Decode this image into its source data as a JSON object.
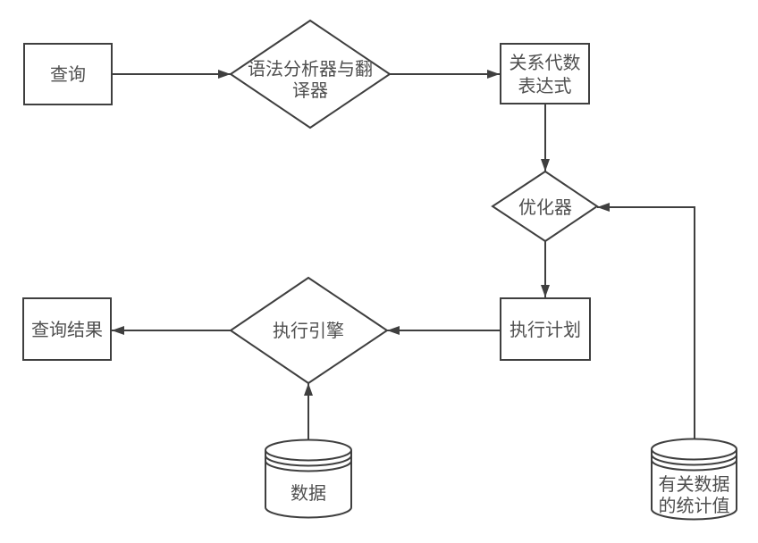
{
  "diagram": {
    "title": "query-processing-flowchart",
    "background_color": "#ffffff",
    "stroke_color": "#3f3f3f",
    "text_color": "#4f4f4f",
    "nodes": {
      "query": {
        "shape": "rectangle",
        "label": "查询"
      },
      "parser": {
        "shape": "diamond",
        "label": "语法分析器与翻译器",
        "lines": [
          "语法分析器与翻",
          "译器"
        ]
      },
      "relational_algebra": {
        "shape": "rectangle",
        "label": "关系代数表达式",
        "lines": [
          "关系代数",
          "表达式"
        ]
      },
      "optimizer": {
        "shape": "diamond",
        "label": "优化器"
      },
      "execution_plan": {
        "shape": "rectangle",
        "label": "执行计划"
      },
      "execution_engine": {
        "shape": "diamond",
        "label": "执行引擎"
      },
      "query_result": {
        "shape": "rectangle",
        "label": "查询结果"
      },
      "data": {
        "shape": "cylinder",
        "label": "数据"
      },
      "statistics": {
        "shape": "cylinder",
        "label": "有关数据的统计值",
        "lines": [
          "有关数据",
          "的统计值"
        ]
      }
    },
    "edges": [
      {
        "from": "查询",
        "to": "语法分析器与翻译器"
      },
      {
        "from": "语法分析器与翻译器",
        "to": "关系代数表达式"
      },
      {
        "from": "关系代数表达式",
        "to": "优化器"
      },
      {
        "from": "优化器",
        "to": "执行计划"
      },
      {
        "from": "执行计划",
        "to": "执行引擎"
      },
      {
        "from": "执行引擎",
        "to": "查询结果"
      },
      {
        "from": "数据",
        "to": "执行引擎"
      },
      {
        "from": "有关数据的统计值",
        "to": "优化器"
      }
    ]
  }
}
